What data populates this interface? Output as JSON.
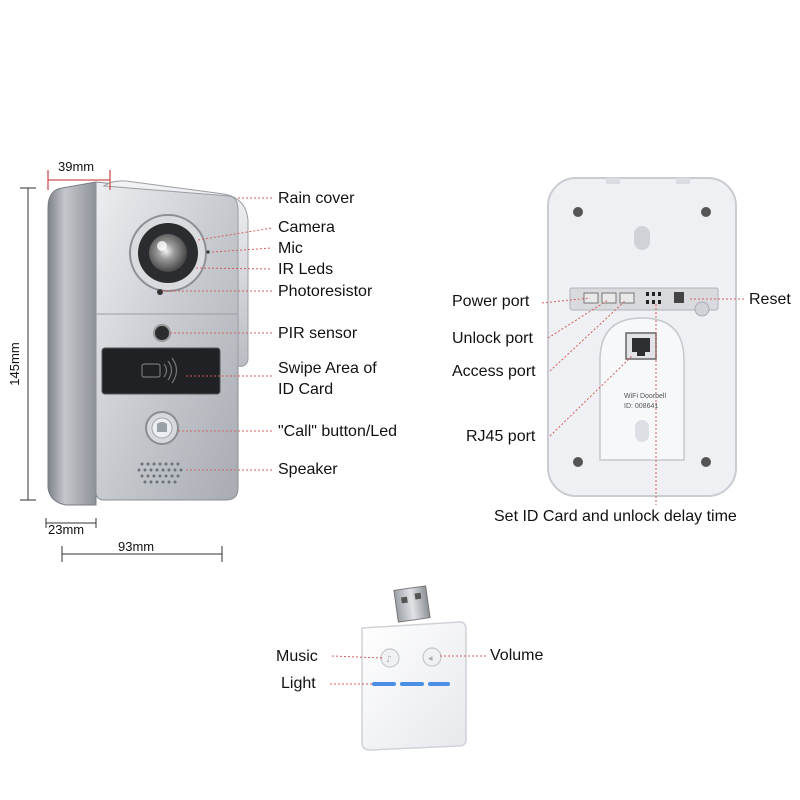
{
  "front_unit": {
    "labels": {
      "rain_cover": "Rain cover",
      "camera": "Camera",
      "mic": "Mic",
      "ir_leds": "IR Leds",
      "photoresistor": "Photoresistor",
      "pir_sensor": "PIR sensor",
      "swipe_area_line1": "Swipe Area of",
      "swipe_area_line2": "ID Card",
      "call_button": "\"Call\" button/Led",
      "speaker": "Speaker"
    },
    "dimensions": {
      "depth_top": "39mm",
      "height": "145mm",
      "depth_bottom": "23mm",
      "width": "93mm"
    }
  },
  "back_unit": {
    "labels": {
      "power_port": "Power port",
      "unlock_port": "Unlock port",
      "access_port": "Access port",
      "rj45_port": "RJ45 port",
      "reset": "Reset",
      "set_id_card": "Set  ID Card and unlock delay time"
    },
    "sticker": {
      "line1": "WiFi Doorbell",
      "line2": "ID: 008641"
    }
  },
  "chime_unit": {
    "labels": {
      "music": "Music",
      "volume": "Volume",
      "light": "Light"
    }
  },
  "colors": {
    "leader_line": "#d46060",
    "device_silver": "#c9ccd1",
    "back_plate": "#eef0f3",
    "indicator_light": "#4a8ee6"
  }
}
